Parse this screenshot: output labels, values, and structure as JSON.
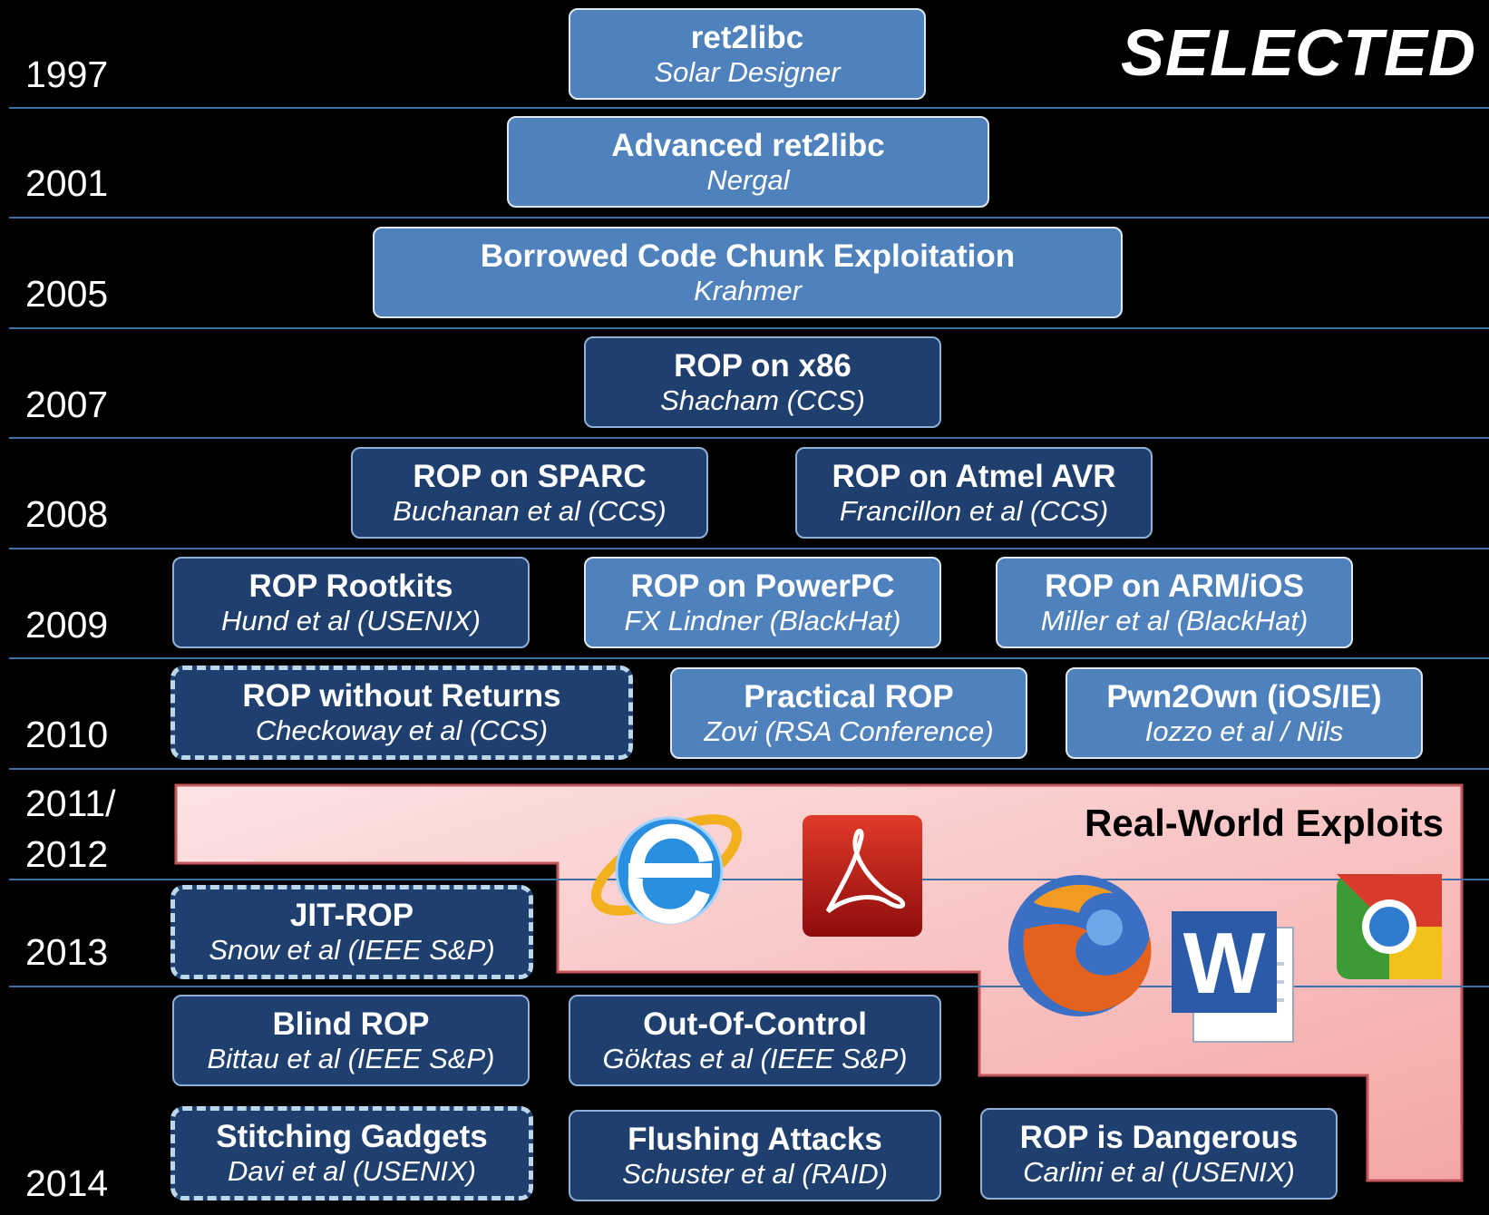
{
  "header": {
    "label": "SELECTED"
  },
  "years": [
    "1997",
    "2001",
    "2005",
    "2007",
    "2008",
    "2009",
    "2010",
    "2011/",
    "2012",
    "2013",
    "2014"
  ],
  "boxes": {
    "ret2libc": {
      "title": "ret2libc",
      "author": "Solar Designer"
    },
    "adv_ret2libc": {
      "title": "Advanced ret2libc",
      "author": "Nergal"
    },
    "borrowed": {
      "title": "Borrowed Code Chunk Exploitation",
      "author": "Krahmer"
    },
    "rop_x86": {
      "title": "ROP on x86",
      "author": "Shacham (CCS)"
    },
    "rop_sparc": {
      "title": "ROP on SPARC",
      "author": "Buchanan et al (CCS)"
    },
    "rop_atmel": {
      "title": "ROP on Atmel AVR",
      "author": "Francillon et al (CCS)"
    },
    "rop_rootkits": {
      "title": "ROP Rootkits",
      "author": "Hund et al (USENIX)"
    },
    "rop_powerpc": {
      "title": "ROP on PowerPC",
      "author": "FX Lindner (BlackHat)"
    },
    "rop_arm": {
      "title": "ROP on ARM/iOS",
      "author": "Miller et al (BlackHat)"
    },
    "rop_noret": {
      "title": "ROP without Returns",
      "author": "Checkoway et al (CCS)"
    },
    "practical_rop": {
      "title": "Practical ROP",
      "author": "Zovi (RSA Conference)"
    },
    "pwn2own": {
      "title": "Pwn2Own (iOS/IE)",
      "author": "Iozzo et al / Nils"
    },
    "jit_rop": {
      "title": "JIT-ROP",
      "author": "Snow et al (IEEE S&P)"
    },
    "blind_rop": {
      "title": "Blind ROP",
      "author": "Bittau et al (IEEE S&P)"
    },
    "out_of_control": {
      "title": "Out-Of-Control",
      "author": "Göktas et al (IEEE S&P)"
    },
    "stitching": {
      "title": "Stitching Gadgets",
      "author": "Davi et al (USENIX)"
    },
    "flushing": {
      "title": "Flushing Attacks",
      "author": "Schuster et al (RAID)"
    },
    "rop_dangerous": {
      "title": "ROP is Dangerous",
      "author": "Carlini et al (USENIX)"
    }
  },
  "real_world": {
    "label": "Real-World Exploits"
  },
  "icons": [
    "internet-explorer-icon",
    "adobe-reader-icon",
    "firefox-icon",
    "word-icon",
    "chrome-icon"
  ],
  "colors": {
    "background": "#000000",
    "box_light": "#4f81bd",
    "box_dark": "#1f3f6e",
    "real_world_fill": "#f7b9b9"
  }
}
